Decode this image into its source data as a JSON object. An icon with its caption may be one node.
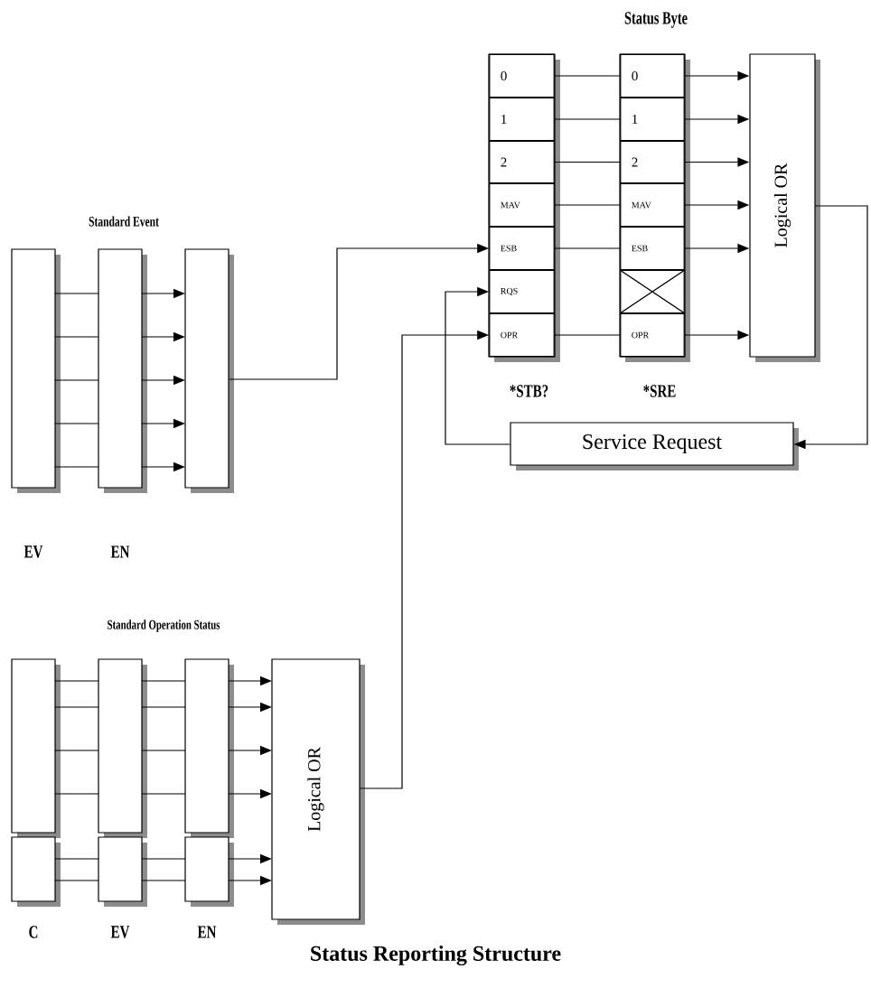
{
  "diagram": {
    "caption": "Status Reporting Structure",
    "nodes": [
      {
        "text": [],
        "shape": "box",
        "beside": [
          "*STB?"
        ]
      },
      {
        "text": [
          "0"
        ],
        "in": 0
      },
      {
        "text": [
          "1"
        ],
        "in": 0
      },
      {
        "text": [
          "2"
        ],
        "in": 0
      },
      {
        "text": [
          "MAV"
        ],
        "in": 0
      },
      {
        "text": [
          "ESB"
        ],
        "in": 0
      },
      {
        "text": [
          "RQS"
        ],
        "in": 0
      },
      {
        "text": [
          "OPR"
        ],
        "in": 0
      },
      {
        "text": [],
        "shape": "box",
        "beside": [
          "*SRE"
        ]
      },
      {
        "text": [
          "0"
        ],
        "in": 8
      },
      {
        "text": [
          "1"
        ],
        "in": 8
      },
      {
        "text": [
          "2"
        ],
        "in": 8
      },
      {
        "text": [
          "MAV"
        ],
        "in": 8
      },
      {
        "text": [
          "ESB"
        ],
        "in": 8
      },
      {
        "text": [],
        "shape": "box",
        "in": 8
      },
      {
        "text": [
          "OPR"
        ],
        "in": 8
      },
      {
        "text": [
          "Logical OR"
        ]
      },
      {
        "text": [
          "Service Request"
        ]
      },
      {
        "text": [],
        "shape": "box",
        "beside": [
          "EV"
        ]
      },
      {
        "text": [],
        "shape": "box",
        "beside": [
          "EN"
        ]
      },
      {
        "text": [],
        "shape": "box"
      },
      {
        "text": [],
        "shape": "box"
      },
      {
        "text": [],
        "shape": "box",
        "beside": [
          "C"
        ]
      },
      {
        "text": [],
        "shape": "box"
      },
      {
        "text": [],
        "shape": "box",
        "beside": [
          "EV"
        ]
      },
      {
        "text": [],
        "shape": "box"
      },
      {
        "text": [],
        "shape": "box",
        "beside": [
          "EN"
        ]
      },
      {
        "text": [
          "Logical OR"
        ]
      }
    ],
    "edges": [
      {
        "from": 1,
        "to": 9,
        "arrow": "none"
      },
      {
        "from": 2,
        "to": 10,
        "arrow": "none"
      },
      {
        "from": 3,
        "to": 11,
        "arrow": "none"
      },
      {
        "from": 4,
        "to": 12,
        "arrow": "none"
      },
      {
        "from": 5,
        "to": 13,
        "arrow": "none"
      },
      {
        "from": 7,
        "to": 15,
        "arrow": "none"
      },
      {
        "from": 9,
        "to": 16,
        "arrow": "to"
      },
      {
        "from": 10,
        "to": 16,
        "arrow": "to"
      },
      {
        "from": 11,
        "to": 16,
        "arrow": "to"
      },
      {
        "from": 12,
        "to": 16,
        "arrow": "to"
      },
      {
        "from": 13,
        "to": 16,
        "arrow": "to"
      },
      {
        "from": 15,
        "to": 16,
        "arrow": "to"
      },
      {
        "from": 16,
        "to": 17,
        "arrow": "to"
      },
      {
        "from": 17,
        "to": 6,
        "arrow": "to"
      },
      {
        "from": 18,
        "to": 19,
        "arrow": "none"
      },
      {
        "from": 18,
        "to": 19,
        "arrow": "none"
      },
      {
        "from": 18,
        "to": 19,
        "arrow": "none"
      },
      {
        "from": 18,
        "to": 19,
        "arrow": "none"
      },
      {
        "from": 18,
        "to": 19,
        "arrow": "none"
      },
      {
        "from": 19,
        "to": 20,
        "arrow": "to"
      },
      {
        "from": 19,
        "to": 20,
        "arrow": "to"
      },
      {
        "from": 19,
        "to": 20,
        "arrow": "to"
      },
      {
        "from": 19,
        "to": 20,
        "arrow": "to"
      },
      {
        "from": 19,
        "to": 20,
        "arrow": "to"
      },
      {
        "from": 20,
        "to": 5,
        "arrow": "to"
      },
      {
        "from": 21,
        "to": 23,
        "arrow": "none"
      },
      {
        "from": 21,
        "to": 23,
        "arrow": "none"
      },
      {
        "from": 21,
        "to": 23,
        "arrow": "none"
      },
      {
        "from": 21,
        "to": 23,
        "arrow": "none"
      },
      {
        "from": 22,
        "to": 24,
        "arrow": "none"
      },
      {
        "from": 22,
        "to": 24,
        "arrow": "none"
      },
      {
        "from": 23,
        "to": 25,
        "arrow": "none"
      },
      {
        "from": 23,
        "to": 25,
        "arrow": "none"
      },
      {
        "from": 23,
        "to": 25,
        "arrow": "none"
      },
      {
        "from": 23,
        "to": 25,
        "arrow": "none"
      },
      {
        "from": 24,
        "to": 26,
        "arrow": "none"
      },
      {
        "from": 24,
        "to": 26,
        "arrow": "none"
      },
      {
        "from": 25,
        "to": 27,
        "arrow": "to"
      },
      {
        "from": 25,
        "to": 27,
        "arrow": "to"
      },
      {
        "from": 25,
        "to": 27,
        "arrow": "to"
      },
      {
        "from": 25,
        "to": 27,
        "arrow": "to"
      },
      {
        "from": 26,
        "to": 27,
        "arrow": "to"
      },
      {
        "from": 26,
        "to": 27,
        "arrow": "to"
      },
      {
        "from": 27,
        "to": 7,
        "arrow": "to"
      }
    ],
    "labels": [
      "Status Byte",
      "Standard Event",
      "Standard Operation Status"
    ]
  }
}
